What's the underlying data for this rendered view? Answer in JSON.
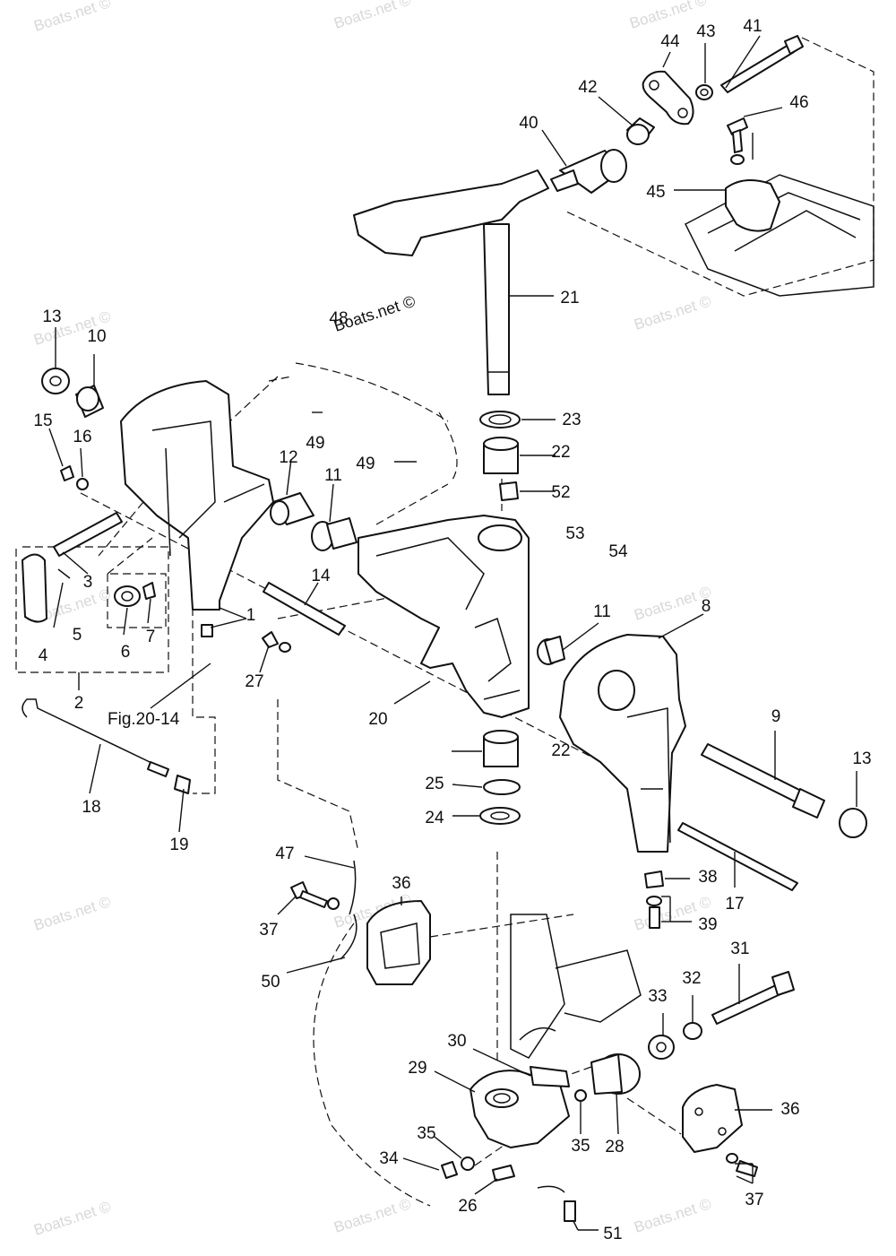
{
  "watermark": "Boats.net ©",
  "figure_ref": "Fig.20-14",
  "parts": [
    "1",
    "2",
    "3",
    "4",
    "5",
    "6",
    "7",
    "8",
    "9",
    "10",
    "11",
    "11",
    "12",
    "13",
    "13",
    "14",
    "15",
    "16",
    "17",
    "18",
    "19",
    "20",
    "21",
    "22",
    "22",
    "23",
    "24",
    "25",
    "26",
    "27",
    "28",
    "29",
    "30",
    "31",
    "32",
    "33",
    "34",
    "35",
    "35",
    "36",
    "36",
    "37",
    "37",
    "38",
    "39",
    "40",
    "41",
    "42",
    "43",
    "44",
    "45",
    "46",
    "47",
    "48",
    "49",
    "49",
    "50",
    "51",
    "52",
    "53",
    "54"
  ]
}
